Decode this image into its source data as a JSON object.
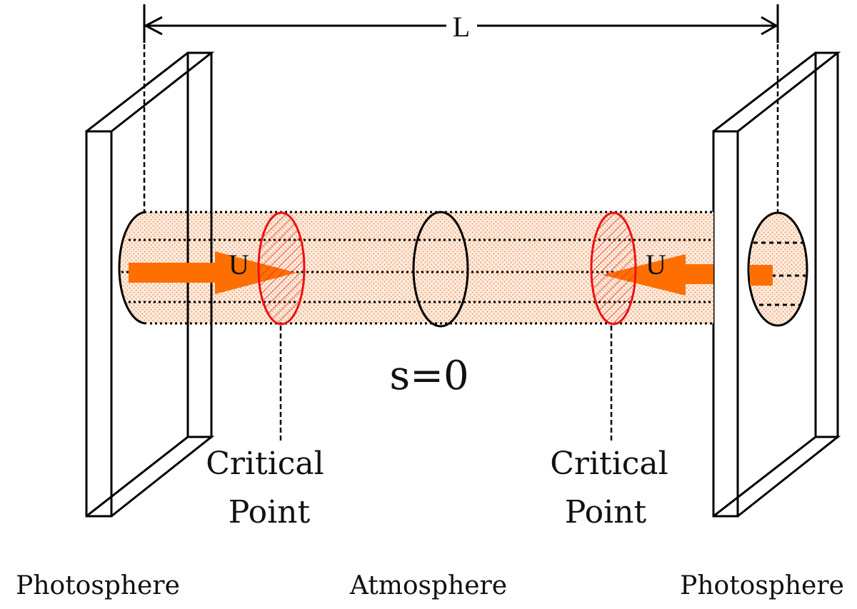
{
  "diagram": {
    "title": "Coronal loop flux tube between two photospheric footpoints",
    "length_label": "L",
    "flow_label_left": "U",
    "flow_label_right": "U",
    "center_label": "s=0",
    "critical_point_left": {
      "line1": "Critical",
      "line2": "Point"
    },
    "critical_point_right": {
      "line1": "Critical",
      "line2": "Point"
    },
    "bottom_labels": {
      "left": "Photosphere",
      "center": "Atmosphere",
      "right": "Photosphere"
    },
    "colors": {
      "tube_fill": "#f7c8a8",
      "tube_dots": "#f07a2a",
      "flow_arrow": "#ff6f00",
      "critical_ellipse": "#ee1111",
      "line": "#000000"
    }
  }
}
